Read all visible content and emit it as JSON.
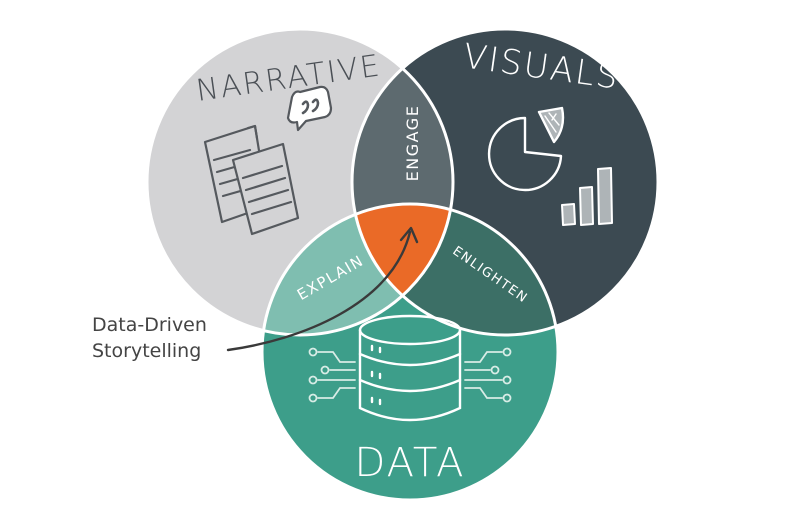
{
  "colors": {
    "narrative": "#d3d3d5",
    "visuals": "#3c4a52",
    "data": "#3d9e8a",
    "engage": "#5d6a6f",
    "explain": "#7fbeb0",
    "enlighten": "#3c6f66",
    "center": "#ea6a27",
    "outline": "#ffffff"
  },
  "circles": {
    "narrative": {
      "label": "NARRATIVE"
    },
    "visuals": {
      "label": "VISUALS"
    },
    "data": {
      "label": "DATA"
    }
  },
  "intersections": {
    "engage": "ENGAGE",
    "explain": "EXPLAIN",
    "enlighten": "ENLIGHTEN"
  },
  "callout": {
    "line1": "Data-Driven",
    "line2": "Storytelling"
  },
  "icons": [
    "documents-icon",
    "quote-bubble-icon",
    "pie-chart-icon",
    "bar-chart-icon",
    "database-icon",
    "circuit-left-icon",
    "circuit-right-icon"
  ]
}
